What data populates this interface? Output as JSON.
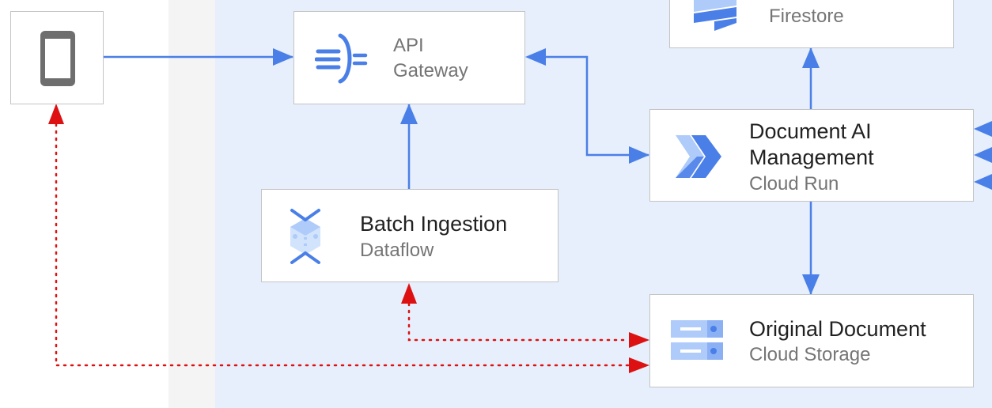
{
  "colors": {
    "accent_blue": "#4a7fe8",
    "access_red": "#dd1111",
    "band_blue": "#e6effb",
    "band_gray": "#f4f4f4"
  },
  "nodes": {
    "client": {
      "icon": "mobile-device-icon"
    },
    "api_gateway": {
      "icon": "api-gateway-icon",
      "title_line1": "API",
      "title_line2": "Gateway"
    },
    "firestore": {
      "icon": "firestore-icon",
      "title": "Firestore"
    },
    "document_ai": {
      "icon": "cloud-run-icon",
      "title_line1": "Document AI",
      "title_line2": "Management",
      "subtitle": "Cloud Run"
    },
    "batch_ingestion": {
      "icon": "dataflow-icon",
      "title": "Batch Ingestion",
      "subtitle": "Dataflow"
    },
    "original_document": {
      "icon": "cloud-storage-icon",
      "title": "Original Document",
      "subtitle": "Cloud Storage"
    }
  }
}
